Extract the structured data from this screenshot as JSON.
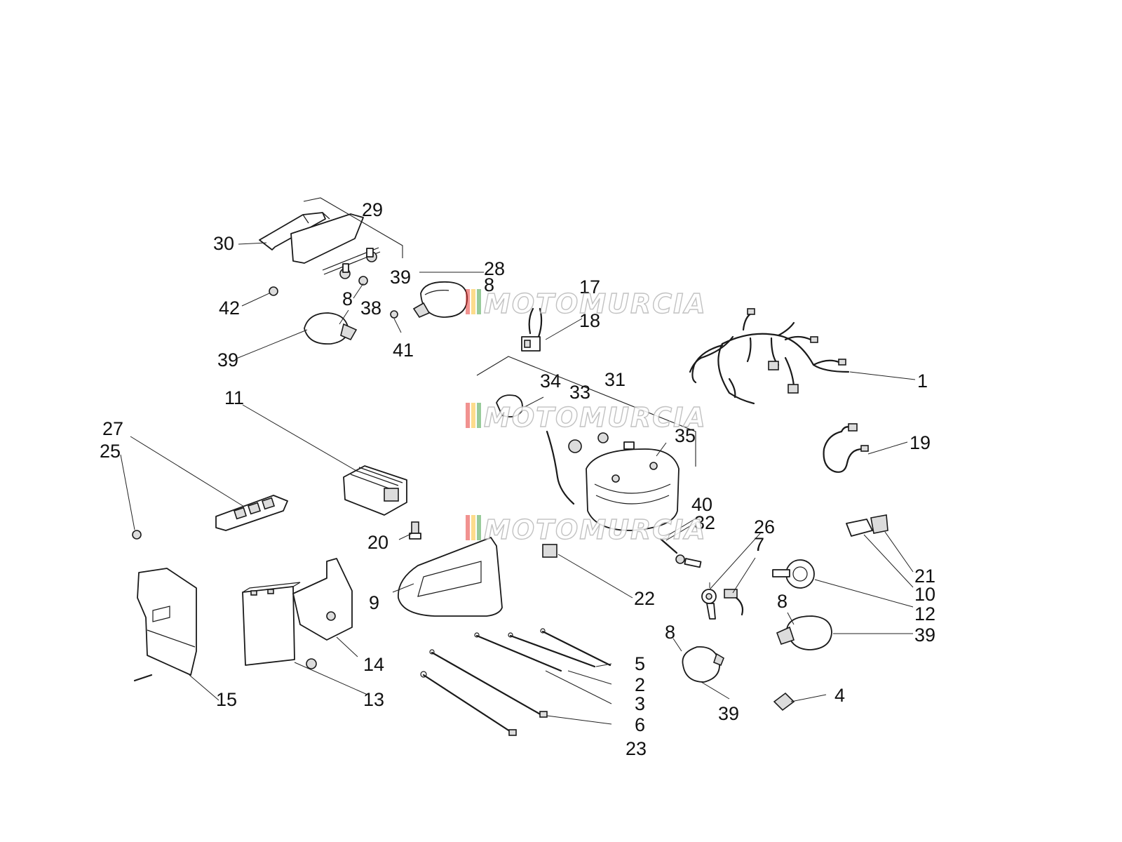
{
  "watermark": {
    "text": "MOTOMURCIA",
    "colors": [
      "#e53935",
      "#fbc02d",
      "#43a047"
    ]
  },
  "callouts": {
    "c1": "1",
    "c2": "2",
    "c3": "3",
    "c4": "4",
    "c5": "5",
    "c6": "6",
    "c7": "7",
    "c8a": "8",
    "c8b": "8",
    "c8c": "8",
    "c8d": "8",
    "c9": "9",
    "c10": "10",
    "c11": "11",
    "c12": "12",
    "c13": "13",
    "c14": "14",
    "c15": "15",
    "c17": "17",
    "c18": "18",
    "c19": "19",
    "c20": "20",
    "c21": "21",
    "c22": "22",
    "c23": "23",
    "c25": "25",
    "c26": "26",
    "c27": "27",
    "c28": "28",
    "c29": "29",
    "c30": "30",
    "c31": "31",
    "c32": "32",
    "c33": "33",
    "c34": "34",
    "c35": "35",
    "c38": "38",
    "c39a": "39",
    "c39b": "39",
    "c39c": "39",
    "c39d": "39",
    "c40": "40",
    "c41": "41",
    "c42": "42"
  }
}
